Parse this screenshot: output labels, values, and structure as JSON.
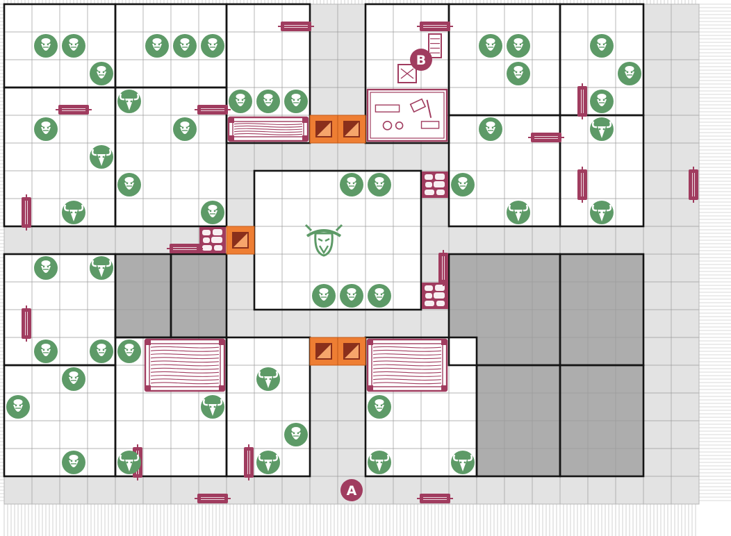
{
  "board": {
    "columns": 25,
    "rows": 18,
    "room_rows": [
      [
        [
          1,
          1,
          4,
          3
        ],
        [
          5,
          1,
          8,
          3
        ],
        [
          9,
          1,
          11,
          5
        ],
        [
          14,
          1,
          16,
          5
        ],
        [
          17,
          1,
          20,
          4
        ],
        [
          21,
          1,
          23,
          4
        ]
      ],
      [
        [
          1,
          4,
          4,
          8
        ],
        [
          5,
          4,
          8,
          8
        ],
        [
          17,
          5,
          20,
          8
        ],
        [
          21,
          5,
          23,
          8
        ]
      ],
      [
        [
          10,
          7,
          15,
          11
        ]
      ],
      [
        [
          1,
          10,
          4,
          13
        ],
        [
          5,
          10,
          6,
          12
        ],
        [
          7,
          10,
          8,
          12
        ],
        [
          17,
          10,
          20,
          13
        ],
        [
          21,
          10,
          23,
          13
        ]
      ],
      [
        [
          1,
          14,
          4,
          17
        ],
        [
          5,
          13,
          8,
          17
        ],
        [
          9,
          13,
          11,
          17
        ],
        [
          14,
          13,
          17,
          17
        ],
        [
          18,
          14,
          20,
          17
        ],
        [
          21,
          14,
          23,
          17
        ]
      ]
    ],
    "blocked_rooms": [
      [
        5,
        10,
        6,
        12
      ],
      [
        7,
        10,
        8,
        12
      ],
      [
        17,
        10,
        20,
        13
      ],
      [
        21,
        10,
        23,
        13
      ],
      [
        18,
        14,
        20,
        17
      ],
      [
        21,
        14,
        23,
        17
      ]
    ]
  },
  "markers": [
    {
      "label": "A",
      "col": 13,
      "row": 18
    },
    {
      "label": "B",
      "col": 15.5,
      "row": 2.5
    }
  ],
  "monsters": {
    "orc": [
      [
        2,
        2
      ],
      [
        3,
        2
      ],
      [
        6,
        2
      ],
      [
        7,
        2
      ],
      [
        8,
        2
      ],
      [
        4,
        3
      ],
      [
        9,
        4
      ],
      [
        10,
        4
      ],
      [
        11,
        4
      ],
      [
        2,
        5
      ],
      [
        7,
        5
      ],
      [
        5,
        7
      ],
      [
        8,
        8
      ],
      [
        13,
        7
      ],
      [
        14,
        7
      ],
      [
        17,
        7
      ],
      [
        2,
        10
      ],
      [
        2,
        13
      ],
      [
        4,
        13
      ],
      [
        5,
        13
      ],
      [
        12,
        11
      ],
      [
        13,
        11
      ],
      [
        14,
        11
      ],
      [
        3,
        14
      ],
      [
        1,
        15
      ],
      [
        14,
        15
      ],
      [
        11,
        16
      ],
      [
        3,
        17
      ],
      [
        18,
        2
      ],
      [
        19,
        2
      ],
      [
        19,
        3
      ],
      [
        22,
        2
      ],
      [
        23,
        3
      ],
      [
        22,
        4
      ],
      [
        18,
        5
      ]
    ],
    "goblin": [
      [
        5,
        4
      ],
      [
        4,
        6
      ],
      [
        3,
        8
      ],
      [
        4,
        10
      ],
      [
        10,
        14
      ],
      [
        8,
        15
      ],
      [
        5,
        17
      ],
      [
        10,
        17
      ],
      [
        14,
        17
      ],
      [
        17,
        17
      ],
      [
        22,
        5
      ],
      [
        19,
        8
      ],
      [
        22,
        8
      ]
    ],
    "chaos_warrior": [
      [
        13,
        9
      ]
    ]
  },
  "doors": [
    {
      "col": 10.5,
      "row": 0.8,
      "orientation": "horizontal"
    },
    {
      "col": 15.5,
      "row": 0.8,
      "orientation": "horizontal"
    },
    {
      "col": 2.5,
      "row": 3.8,
      "orientation": "horizontal"
    },
    {
      "col": 7.5,
      "row": 3.8,
      "orientation": "horizontal"
    },
    {
      "col": 6.5,
      "row": 8.8,
      "orientation": "horizontal"
    },
    {
      "col": 19.5,
      "row": 4.8,
      "orientation": "horizontal"
    },
    {
      "col": 7.5,
      "row": 17.8,
      "orientation": "horizontal"
    },
    {
      "col": 15.5,
      "row": 17.8,
      "orientation": "horizontal"
    },
    {
      "col": 0.8,
      "row": 7.5,
      "orientation": "vertical"
    },
    {
      "col": 0.8,
      "row": 11.5,
      "orientation": "vertical"
    },
    {
      "col": 20.8,
      "row": 3.5,
      "orientation": "vertical"
    },
    {
      "col": 20.8,
      "row": 6.5,
      "orientation": "vertical"
    },
    {
      "col": 24.8,
      "row": 6.5,
      "orientation": "vertical"
    },
    {
      "col": 15.8,
      "row": 9.5,
      "orientation": "vertical"
    },
    {
      "col": 4.8,
      "row": 16.5,
      "orientation": "vertical"
    },
    {
      "col": 8.8,
      "row": 16.5,
      "orientation": "vertical"
    }
  ],
  "rubble": [
    [
      8,
      9
    ],
    [
      16,
      7
    ],
    [
      16,
      11
    ]
  ],
  "traps": [
    [
      12,
      5
    ],
    [
      13,
      5
    ],
    [
      9,
      9
    ],
    [
      12,
      13
    ],
    [
      13,
      13
    ]
  ],
  "furniture": [
    {
      "kind": "chest_table",
      "col": 9,
      "row": 5,
      "w": 3,
      "h": 1
    },
    {
      "kind": "alchemist_bench",
      "col": 14,
      "row": 4,
      "w": 3,
      "h": 2
    },
    {
      "kind": "bookshelf",
      "col": 16,
      "row": 2,
      "w": 1,
      "h": 1
    },
    {
      "kind": "small_chest",
      "col": 15,
      "row": 3,
      "w": 1,
      "h": 1
    },
    {
      "kind": "table",
      "col": 6,
      "row": 13,
      "w": 3,
      "h": 2
    },
    {
      "kind": "table",
      "col": 14,
      "row": 13,
      "w": 3,
      "h": 2
    }
  ],
  "colors": {
    "corridor": "#e3e3e3",
    "room_floor": "#ffffff",
    "blocked": "#adadad",
    "grid": "#9a9a9a",
    "wall": "#141414",
    "orc": "#5d9a67",
    "goblin": "#5d9a67",
    "door": "#a03c5f",
    "marker": "#a03c5f",
    "trap": "#ee7e33",
    "furniture": "#a03c5f"
  },
  "icons": {
    "orc": "orc-head-icon",
    "goblin": "goblin-head-icon",
    "chaos_warrior": "chaos-warrior-icon",
    "door": "door-icon",
    "rubble": "rubble-icon",
    "trap": "pit-trap-icon"
  }
}
